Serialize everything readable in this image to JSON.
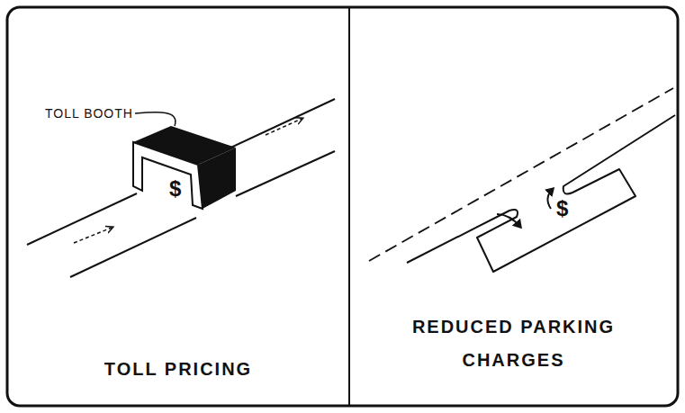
{
  "diagram": {
    "nodes": [
      {
        "text": [
          "TOLL PRICING"
        ]
      },
      {
        "text": [
          "REDUCED PARKING CHARGES"
        ]
      }
    ],
    "labels": [
      "TOLL BOOTH",
      "$",
      "$"
    ]
  }
}
